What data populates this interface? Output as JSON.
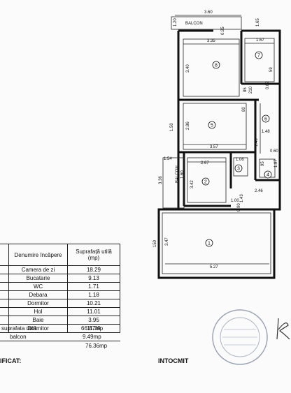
{
  "plan": {
    "dimensions": [
      "3.60",
      "3.35",
      "1.67",
      "3.40",
      "1.65",
      "1.20",
      "0.95",
      "59",
      "85",
      "210",
      "2.86",
      "1.48",
      "3.57",
      "0.82",
      "80",
      "1.45",
      "1.54",
      "0.60",
      "1.97",
      "95",
      "2.67",
      "1.06",
      "1.60",
      "3.36",
      "3.42",
      "2.46",
      "1.43",
      "1.00",
      "0.90",
      "3.47",
      "5.27",
      "150",
      "1.50"
    ],
    "room_numbers": [
      "1",
      "2",
      "3",
      "4",
      "5",
      "6",
      "7",
      "8"
    ],
    "balcony_labels": [
      "BALCON",
      "BALCON"
    ]
  },
  "table": {
    "header_name": "Denumire încăpere",
    "header_area": "Suprafață utilă (mp)",
    "rows": [
      {
        "name": "Camera de zi",
        "area": "18.29"
      },
      {
        "name": "Bucatarie",
        "area": "9.13"
      },
      {
        "name": "WC",
        "area": "1.71"
      },
      {
        "name": "Debara",
        "area": "1.18"
      },
      {
        "name": "Dormitor",
        "area": "10.21"
      },
      {
        "name": "Hol",
        "area": "11.01"
      },
      {
        "name": "Baie",
        "area": "3.95"
      },
      {
        "name": "Dormitor",
        "area": "11.39"
      }
    ]
  },
  "totals": {
    "useful_label": "suprafata utilă",
    "useful_value": "66.87mp",
    "balcony_label": "balcon",
    "balcony_value": "9.49mp",
    "total_value": "76.36mp"
  },
  "signatures": {
    "left": "IFICAT:",
    "right": "INTOCMIT"
  }
}
